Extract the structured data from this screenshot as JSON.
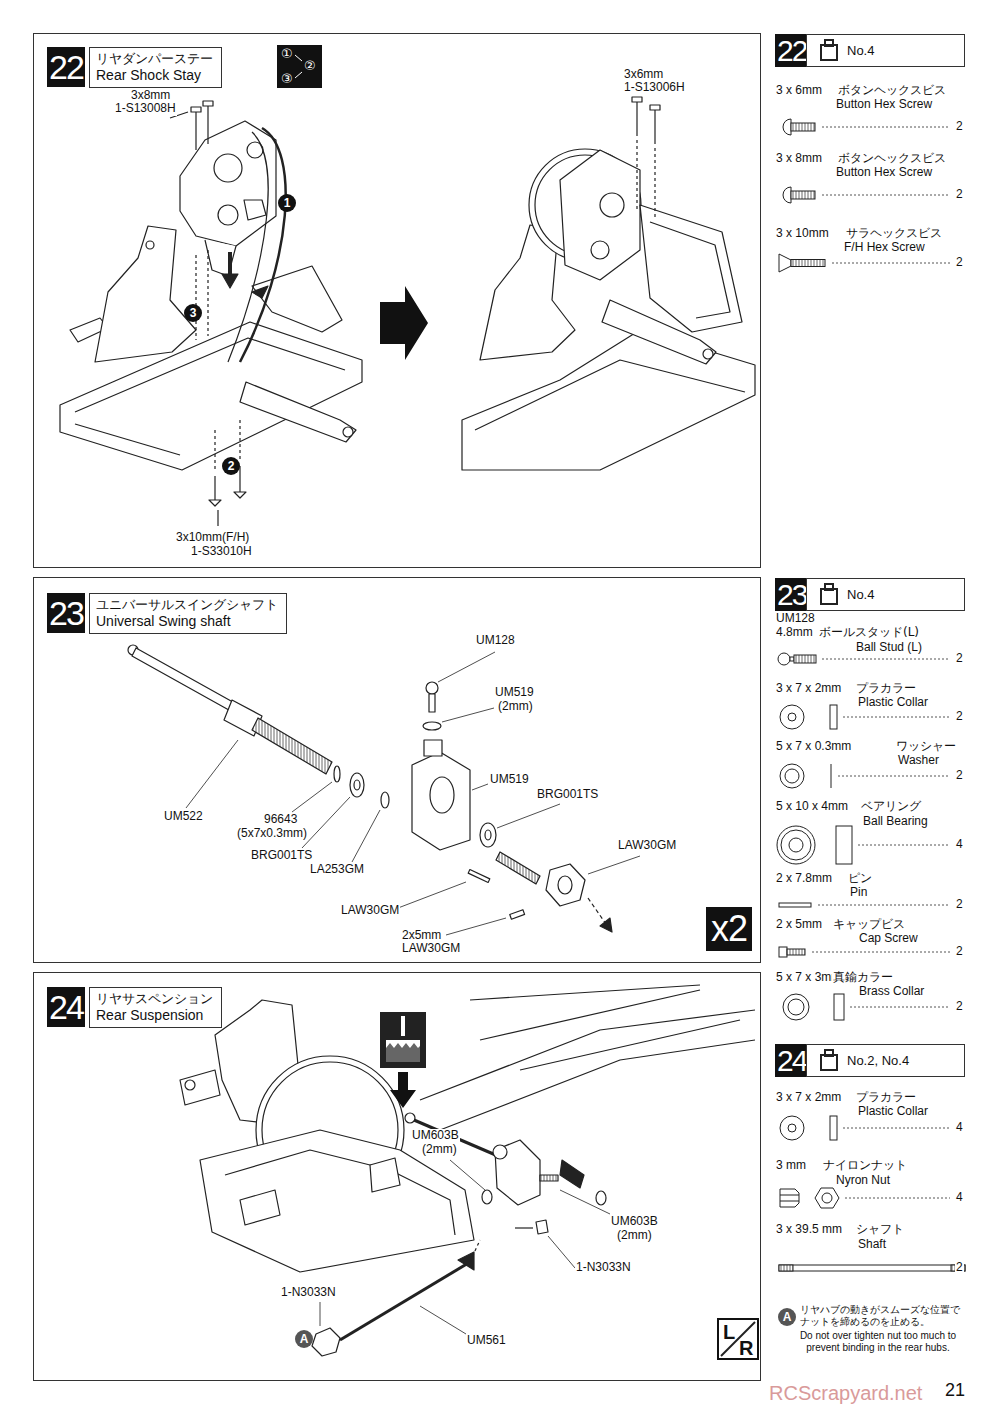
{
  "diagram": {
    "nodes": [
      {
        "text": [
          "22"
        ]
      },
      {
        "text": [
          "リヤダンパーステー",
          "Rear Shock Stay"
        ]
      },
      {
        "text": [
          "①",
          "②",
          "③"
        ]
      },
      {
        "text": [
          "1"
        ]
      },
      {
        "text": [
          "3"
        ]
      },
      {
        "text": [
          "2"
        ]
      },
      {
        "text": [
          "23"
        ]
      },
      {
        "text": [
          "ユニバーサルスイングシャフト",
          "Universal Swing shaft"
        ]
      },
      {
        "text": [
          "x2"
        ]
      },
      {
        "text": [
          "24"
        ]
      },
      {
        "text": [
          "リヤサスペンション",
          "Rear Suspension"
        ]
      },
      {
        "text": [
          "A"
        ]
      },
      {
        "text": [
          "L",
          "R"
        ]
      },
      {
        "text": [
          "22"
        ]
      },
      {
        "text": [
          "No.4"
        ]
      },
      {
        "text": [
          "23"
        ]
      },
      {
        "text": [
          "No.4"
        ]
      },
      {
        "text": [
          "24"
        ]
      },
      {
        "text": [
          "No.2, No.4"
        ]
      },
      {
        "text": [
          "A"
        ]
      }
    ],
    "labels": [
      "3x8mm",
      "1-S13008H",
      "3x10mm(F/H)",
      "1-S33010H",
      "3x6mm",
      "1-S13006H",
      "UM128",
      "UM519",
      "(2mm)",
      "UM519",
      "BRG001TS",
      "LAW30GM",
      "UM522",
      "96643",
      "(5x7x0.3mm)",
      "BRG001TS",
      "LA253GM",
      "LAW30GM",
      "2x5mm",
      "LAW30GM",
      "UM603B",
      "(2mm)",
      "UM603B",
      "(2mm)",
      "1-N3033N",
      "1-N3033N",
      "UM561",
      "3 x 6mm",
      "ボタンヘックスビス",
      "Button Hex Screw",
      "2",
      "3 x 8mm",
      "ボタンヘックスビス",
      "Button Hex Screw",
      "2",
      "3 x 10mm",
      "サラヘックスビス",
      "F/H Hex Screw",
      "2",
      "UM128",
      "4.8mm",
      "ボールスタッド(L)",
      "Ball Stud (L)",
      "2",
      "3 x 7 x 2mm",
      "プラカラー",
      "Plastic Collar",
      "2",
      "5 x 7 x 0.3mm",
      "ワッシャー",
      "Washer",
      "2",
      "5 x 10 x 4mm",
      "ベアリング",
      "Ball Bearing",
      "4",
      "2 x 7.8mm",
      "ピン",
      "Pin",
      "2",
      "2 x 5mm",
      "キャップビス",
      "Cap Screw",
      "2",
      "5 x 7 x 3mm",
      "真鍮カラー",
      "Brass Collar",
      "2",
      "3 x 7 x 2mm",
      "プラカラー",
      "Plastic Collar",
      "4",
      "3 mm",
      "ナイロンナット",
      "Nyron Nut",
      "4",
      "3 x 39.5 mm",
      "シャフト",
      "Shaft",
      "2",
      "リヤハブの動きがスムーズな位置でナットを締めるのを止める。",
      "Do not over tighten nut too much to prevent binding in the rear hubs.",
      "RCScrapyard.net",
      "21"
    ]
  }
}
